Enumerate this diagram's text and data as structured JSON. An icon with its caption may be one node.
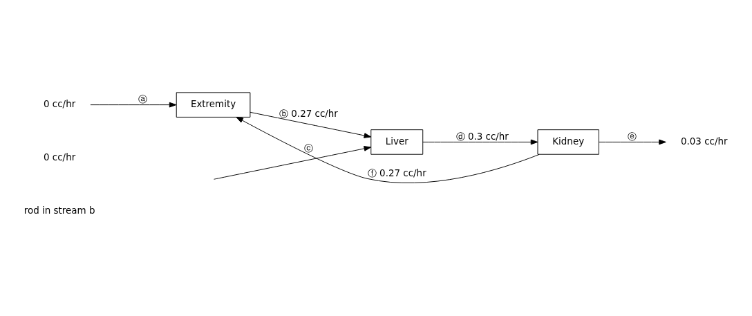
{
  "diagram": {
    "nodes": [
      {
        "text": [
          "Liver"
        ]
      },
      {
        "text": [
          "Extremity"
        ]
      },
      {
        "text": [
          "Kidney"
        ]
      },
      {
        "text": [
          "0 cc/hr"
        ]
      },
      {
        "text": [
          "0.03 cc/hr"
        ]
      }
    ],
    "edges": [
      {
        "from": 3,
        "to": 1,
        "arrow": "to",
        "label": "ⓐ"
      },
      {
        "from": 1,
        "to": 0,
        "arrow": "to",
        "label": "ⓑ 0.27 cc/hr"
      },
      {
        "from": null,
        "to": 0,
        "arrow": "to",
        "label": "ⓒ"
      },
      {
        "from": 0,
        "to": 2,
        "arrow": "to",
        "label": "ⓓ 0.3 cc/hr"
      },
      {
        "from": 2,
        "to": 4,
        "arrow": "to",
        "label": "ⓔ"
      },
      {
        "from": 2,
        "to": 1,
        "arrow": "to",
        "label": "ⓕ 0.27 cc/hr"
      }
    ],
    "labels": [
      "rod in stream b",
      "0 cc/hr"
    ]
  }
}
